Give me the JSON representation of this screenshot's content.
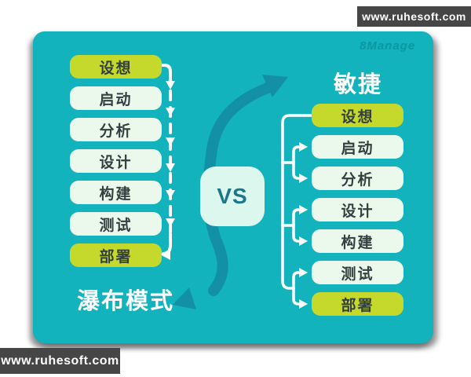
{
  "banners": {
    "top_right": "www.ruhesoft.com",
    "bottom_left": "www.ruhesoft.com"
  },
  "watermark_logo": "8Manage",
  "vs_label": "VS",
  "waterfall": {
    "title": "瀑布模式",
    "steps": [
      {
        "label": "设想",
        "highlight": true
      },
      {
        "label": "启动",
        "highlight": false
      },
      {
        "label": "分析",
        "highlight": false
      },
      {
        "label": "设计",
        "highlight": false
      },
      {
        "label": "构建",
        "highlight": false
      },
      {
        "label": "测试",
        "highlight": false
      },
      {
        "label": "部署",
        "highlight": true
      }
    ]
  },
  "agile": {
    "title": "敏捷",
    "steps": [
      {
        "label": "设想",
        "highlight": true
      },
      {
        "label": "启动",
        "highlight": false
      },
      {
        "label": "分析",
        "highlight": false
      },
      {
        "label": "设计",
        "highlight": false
      },
      {
        "label": "构建",
        "highlight": false
      },
      {
        "label": "测试",
        "highlight": false
      },
      {
        "label": "部署",
        "highlight": true
      }
    ]
  },
  "colors": {
    "card_background": "#12b3bd",
    "pill_light": "#eaf9ec",
    "pill_highlight_yellow": "#c4d92b",
    "pill_text": "#333f40",
    "swoosh_teal": "#138fa6",
    "vs_box_background": "#dcf7ee",
    "vs_text": "#1e768a",
    "connector_white": "#ffffff",
    "banner_background": "#464646",
    "title_white": "#ffffff"
  }
}
